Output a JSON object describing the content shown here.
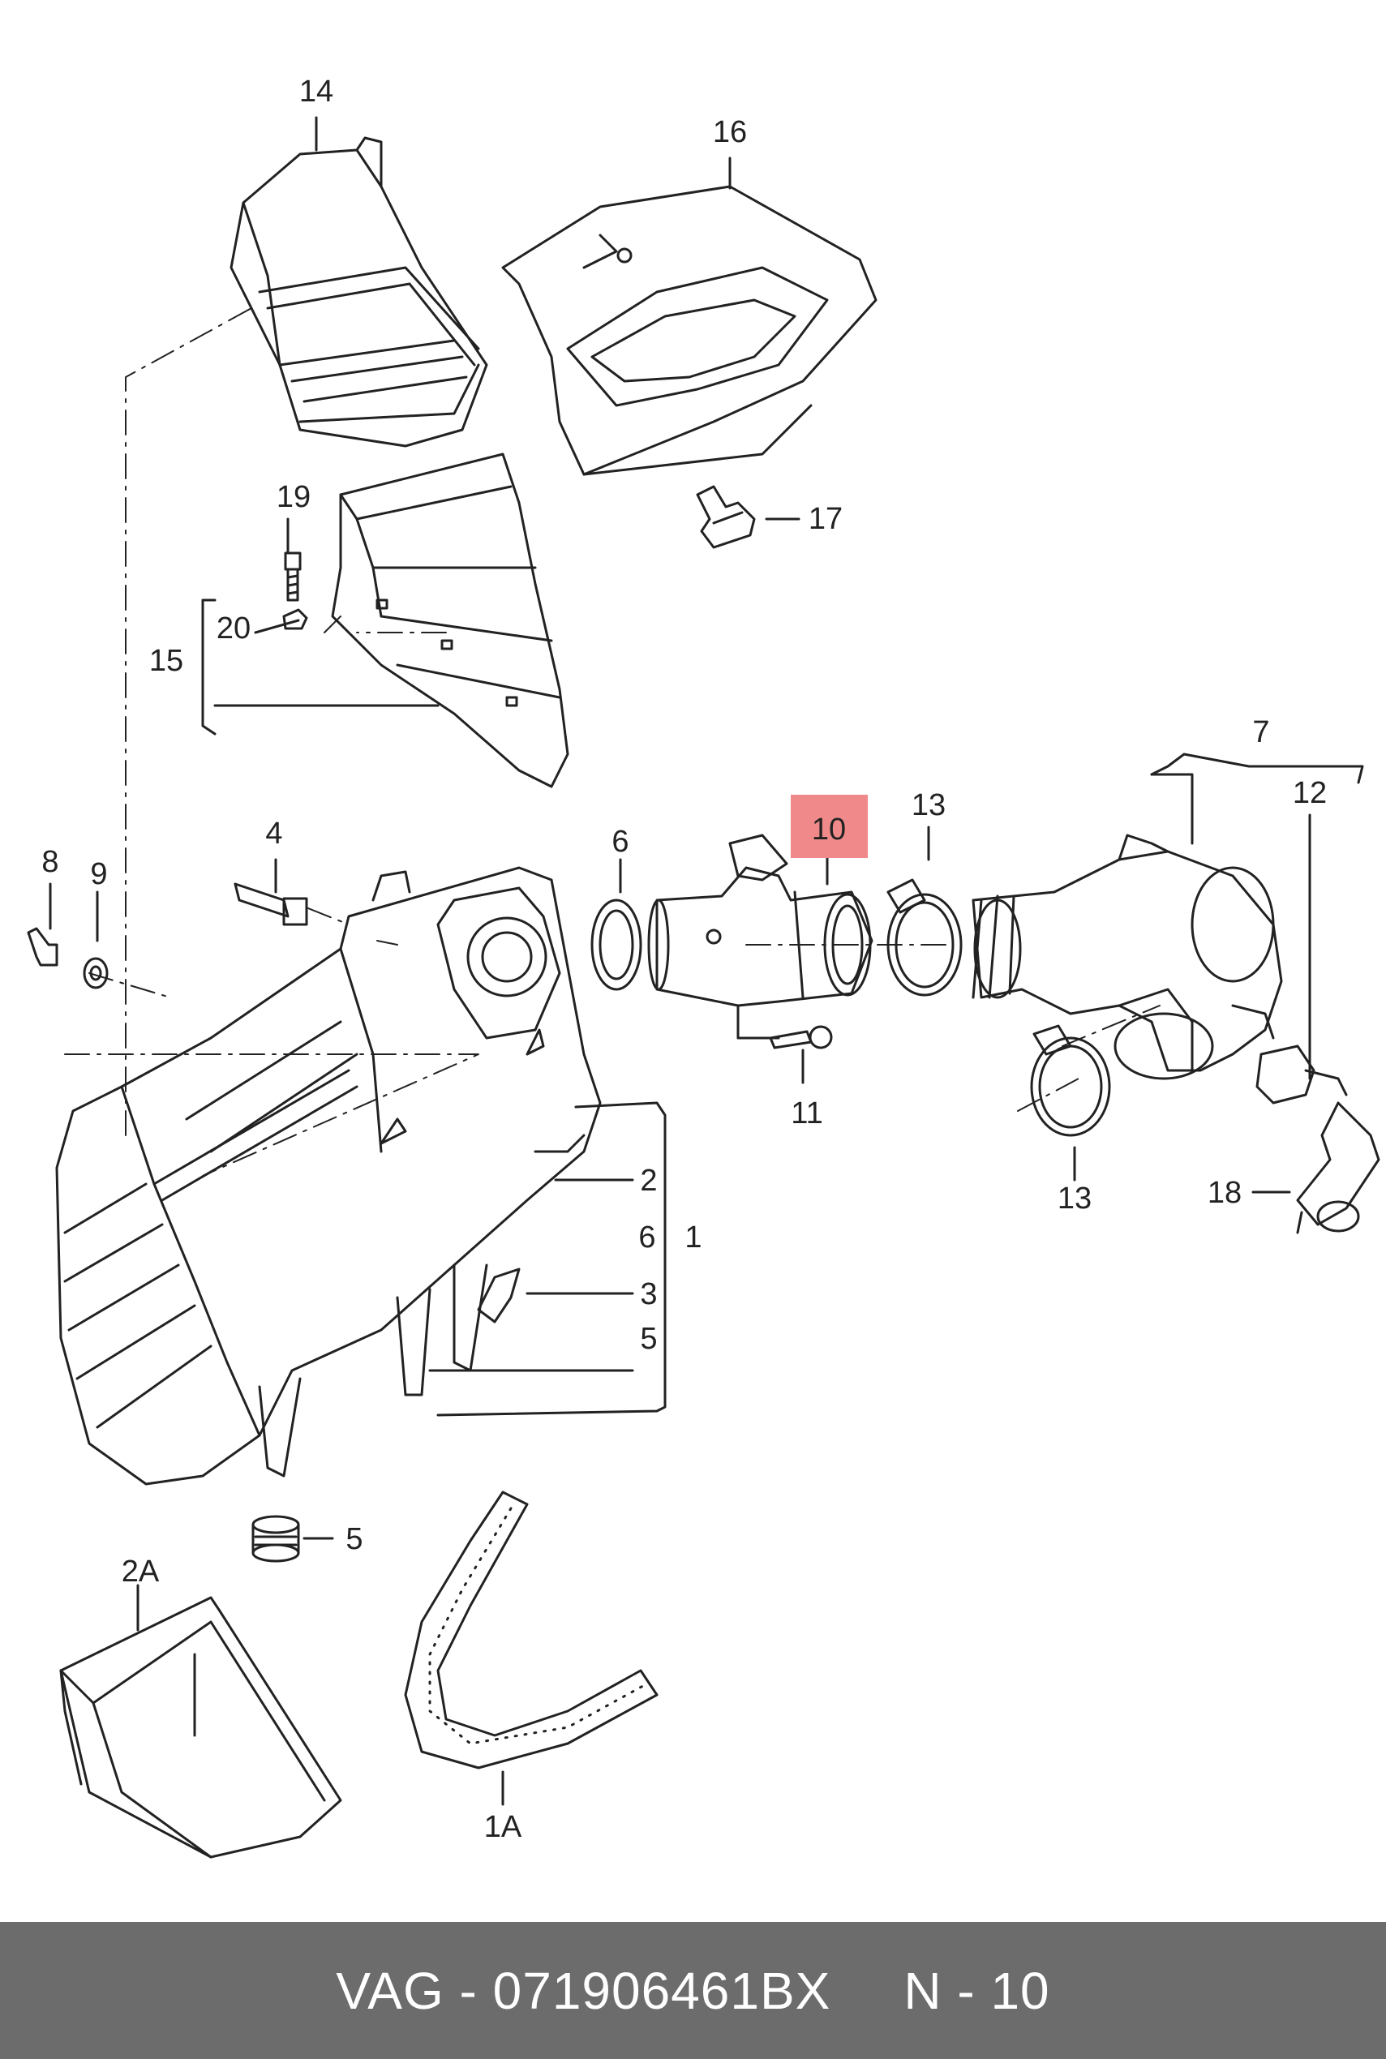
{
  "diagram": {
    "highlight_color": "#f08a8a",
    "line_color": "#222222",
    "callouts": {
      "p14": "14",
      "p16": "16",
      "p17": "17",
      "p19": "19",
      "p20": "20",
      "p15": "15",
      "p7": "7",
      "p12": "12",
      "p10": "10",
      "p13a": "13",
      "p13b": "13",
      "p6a": "6",
      "p4": "4",
      "p8": "8",
      "p9": "9",
      "p11": "11",
      "p18": "18",
      "p2": "2",
      "p6b": "6",
      "p1": "1",
      "p3": "3",
      "p5a": "5",
      "p5b": "5",
      "p2A": "2A",
      "p1A": "1A"
    }
  },
  "footer": {
    "part_code": "VAG - 071906461BX",
    "position": "N - 10"
  }
}
